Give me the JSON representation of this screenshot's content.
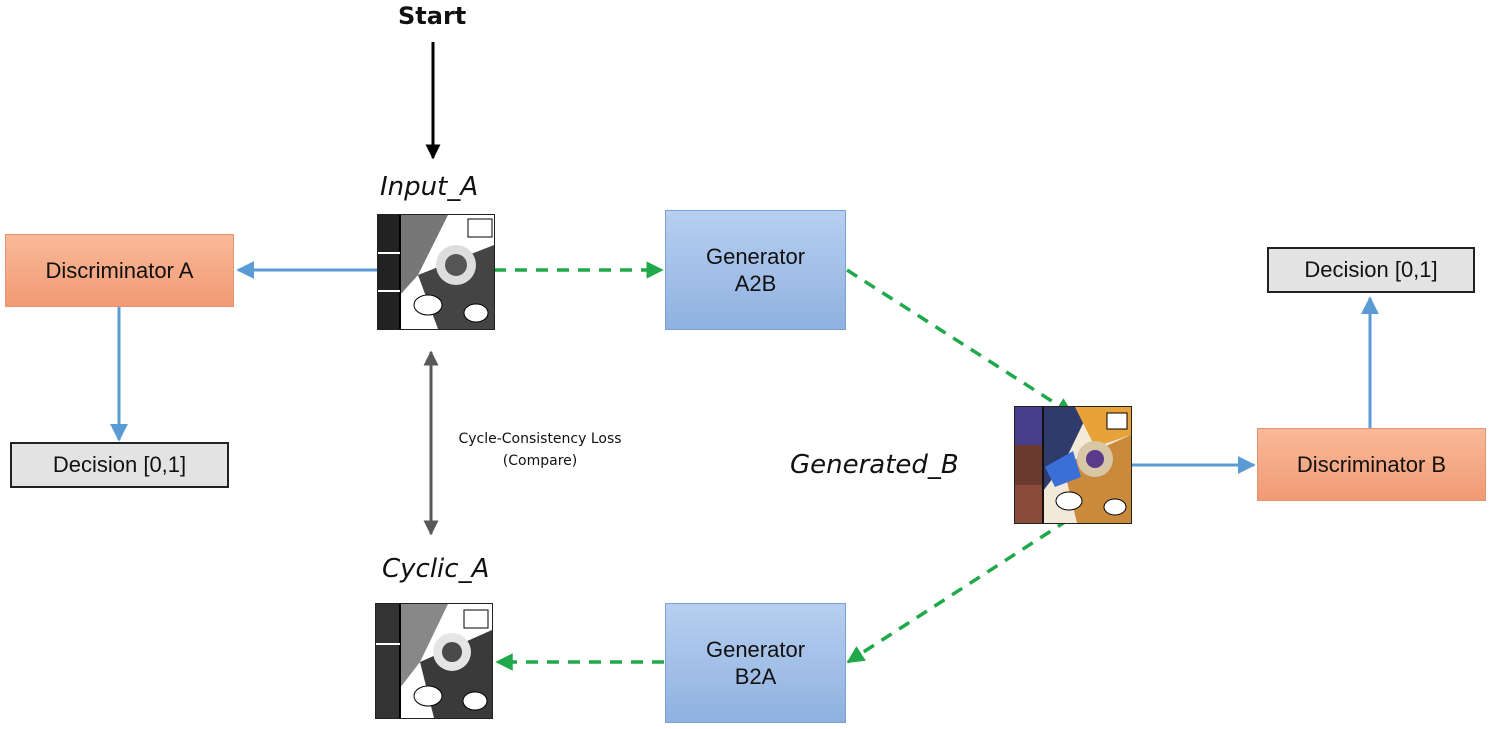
{
  "start_label": "Start",
  "input_label": "Input_A",
  "cyclic_label": "Cyclic_A",
  "generated_label": "Generated_B",
  "discriminator_a": "Discriminator A",
  "discriminator_b": "Discriminator B",
  "decision_a": "Decision [0,1]",
  "decision_b": "Decision [0,1]",
  "generator_a2b": {
    "line1": "Generator",
    "line2": "A2B"
  },
  "generator_b2a": {
    "line1": "Generator",
    "line2": "B2A"
  },
  "cycle_loss": {
    "line1": "Cycle-Consistency Loss",
    "line2": "(Compare)"
  },
  "colors": {
    "blue_arrow": "#5b9bd5",
    "green_dash": "#1fa94a",
    "gray_arrow": "#595959",
    "black_arrow": "#000000",
    "discriminator_fill": "#f4a582",
    "generator_fill": "#a3c0e8",
    "decision_fill": "#e3e3e3"
  },
  "icons": {
    "input_image": "manga-bw-thumbnail",
    "cyclic_image": "manga-bw-thumbnail",
    "generated_image": "comic-color-thumbnail"
  }
}
